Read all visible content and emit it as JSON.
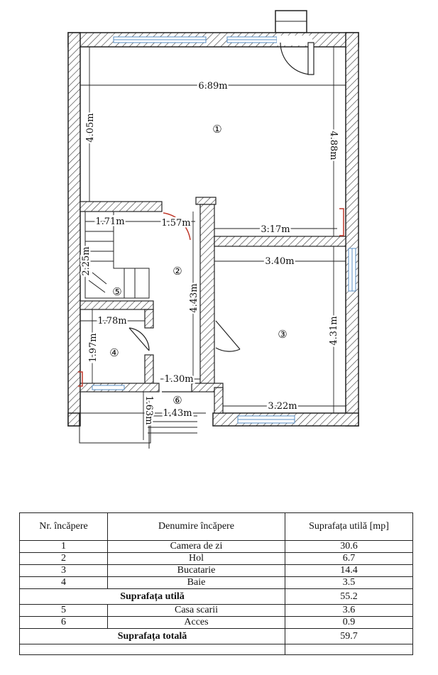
{
  "plan": {
    "dimensions": {
      "living_width": "6.89m",
      "living_height_left": "4.05m",
      "living_height_right": "4.88m",
      "hall_top_left": "1.71m",
      "hall_top_right": "1.57m",
      "kitchen_top_wall": "3.17m",
      "kitchen_width_top": "3.40m",
      "stairs_height": "2.25m",
      "hall_height": "4.43m",
      "kitchen_height": "4.31m",
      "bath_width": "1.78m",
      "bath_height": "1.97m",
      "access_width_top": "1.30m",
      "access_height": "1.63m",
      "access_width_bottom": "1.43m",
      "kitchen_width_bottom": "3.22m"
    },
    "room_markers": [
      "①",
      "②",
      "③",
      "④",
      "⑤",
      "⑥"
    ]
  },
  "table": {
    "headers": [
      "Nr. încăpere",
      "Denumire încăpere",
      "Suprafața utilă [mp]"
    ],
    "rows_group1": [
      {
        "nr": "1",
        "name": "Camera de zi",
        "area": "30.6"
      },
      {
        "nr": "2",
        "name": "Hol",
        "area": "6.7"
      },
      {
        "nr": "3",
        "name": "Bucatarie",
        "area": "14.4"
      },
      {
        "nr": "4",
        "name": "Baie",
        "area": "3.5"
      }
    ],
    "subtotal": {
      "label": "Suprafața utilă",
      "value": "55.2"
    },
    "rows_group2": [
      {
        "nr": "5",
        "name": "Casa scarii",
        "area": "3.6"
      },
      {
        "nr": "6",
        "name": "Acces",
        "area": "0.9"
      }
    ],
    "total": {
      "label": "Suprafața totală",
      "value": "59.7"
    }
  }
}
